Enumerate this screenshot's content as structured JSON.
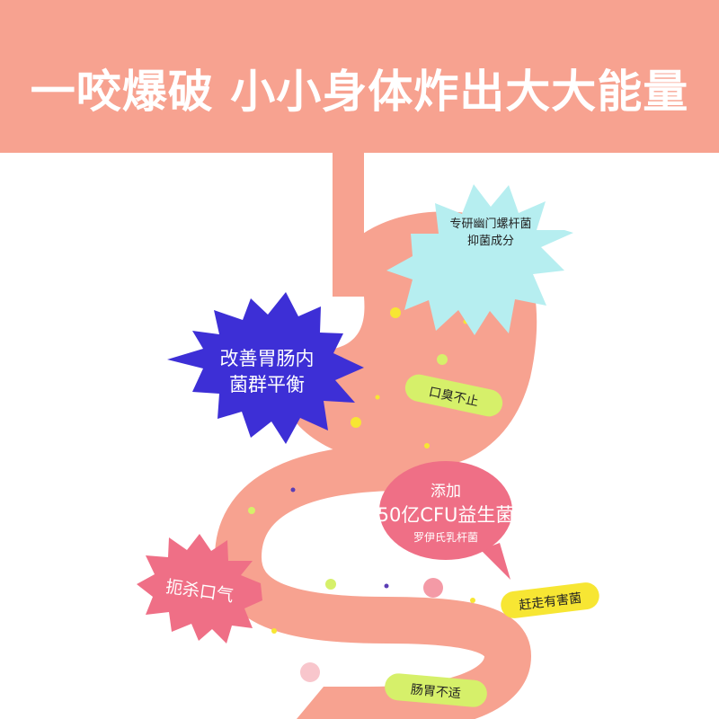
{
  "banner": {
    "title": "一咬爆破 小小身体炸出大大能量"
  },
  "bursts": {
    "research": {
      "line1": "专研幽门螺杆菌",
      "line2": "抑菌成分"
    },
    "balance": {
      "line1": "改善胃肠内",
      "line2": "菌群平衡"
    },
    "breath": {
      "text": "扼杀口气"
    }
  },
  "tags": {
    "bad_breath": "口臭不止",
    "remove_bacteria": "赶走有害菌",
    "discomfort": "肠胃不适"
  },
  "callout": {
    "line1": "添加",
    "line2": "50亿CFU益生菌",
    "line3": "罗伊氏乳杆菌"
  },
  "icons": [
    "starburst-icon",
    "speech-bubble-icon"
  ],
  "colors": {
    "banner": "#f7a290",
    "organ": "#f7a290",
    "burst_cyan": "#b6eef0",
    "burst_blue": "#3d2fd6",
    "burst_pink": "#ef6f86",
    "bubble": "#ef6f86",
    "tag_green": "#d6f06a",
    "tag_yellow": "#f7e633",
    "text_dark": "#222222"
  }
}
